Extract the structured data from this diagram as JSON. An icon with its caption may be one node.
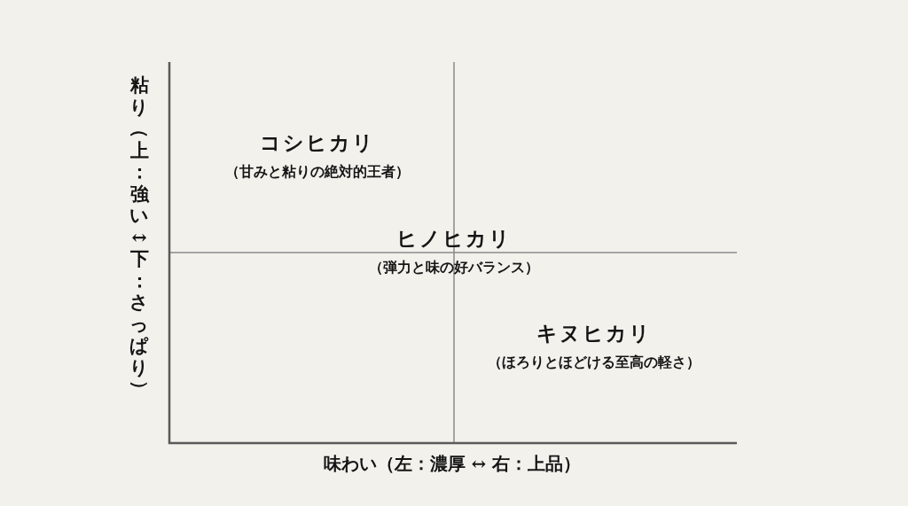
{
  "diagram": {
    "labels": [
      "粘り（上：強い↔下：さっぱり）",
      "コシヒカリ",
      "（甘みと粘りの絶対的王者）",
      "ヒノヒカリ",
      "（弾力と味の好バランス）",
      "キヌヒカリ",
      "（ほろりとほどける至高の軽さ）",
      "味わい（左：濃厚 ↔ 右：上品）"
    ]
  }
}
